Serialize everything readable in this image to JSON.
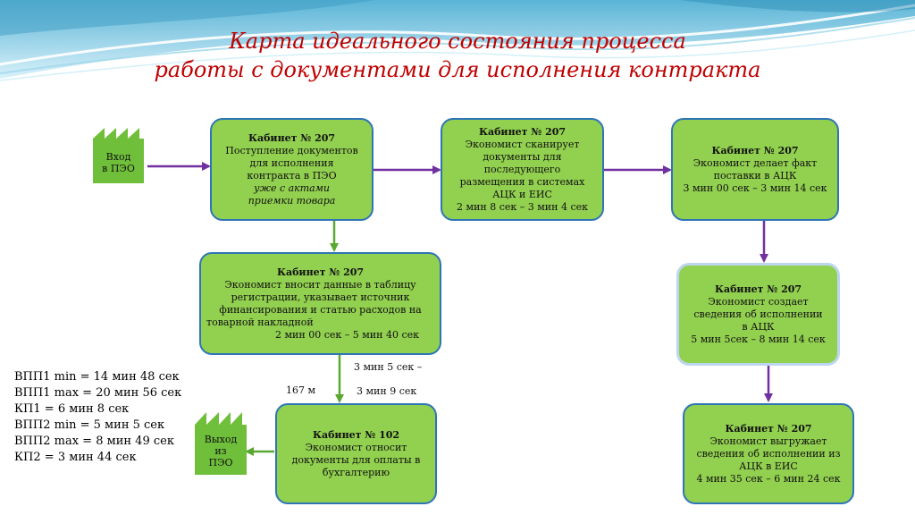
{
  "title": {
    "line1": "Карта идеального состояния процесса",
    "line2": "работы с документами для исполнения контракта"
  },
  "entry": {
    "line1": "Вход",
    "line2": "в ПЭО"
  },
  "exit": {
    "line1": "Выход",
    "line2": "из",
    "line3": "ПЭО"
  },
  "boxes": {
    "b1": {
      "header": "Кабинет № 207",
      "l1": "Поступление документов",
      "l2": "для исполнения",
      "l3": "контракта в ПЭО",
      "l4": "уже с актами",
      "l5": "приемки товара"
    },
    "b2": {
      "header": "Кабинет № 207",
      "l1": "Экономист сканирует",
      "l2": "документы для",
      "l3": "последующего",
      "l4": "размещения в системах",
      "l5": "АЦК и ЕИС",
      "l6": "2 мин 8 сек – 3 мин 4 сек"
    },
    "b3": {
      "header": "Кабинет № 207",
      "l1": "Экономист делает факт",
      "l2": "поставки в АЦК",
      "l3": "3 мин 00 сек – 3 мин 14 сек"
    },
    "b4": {
      "header": "Кабинет № 207",
      "l1": "Экономист вносит данные  в таблицу",
      "l2": "регистрации, указывает источник",
      "l3": "финансирования и статью расходов на",
      "l4": "товарной накладной",
      "l5": "2 мин 00 сек – 5 мин 40 сек"
    },
    "b5": {
      "header": "Кабинет № 207",
      "l1": "Экономист создает",
      "l2": "сведения об исполнении",
      "l3": "в АЦК",
      "l4": "5 мин 5сек – 8 мин 14 сек"
    },
    "b6": {
      "header": "Кабинет № 102",
      "l1": "Экономист относит",
      "l2": "документы для оплаты в",
      "l3": "бухгалтерию"
    },
    "b7": {
      "header": "Кабинет № 207",
      "l1": "Экономист выгружает",
      "l2": "сведения об исполнении  из",
      "l3": "АЦК в ЕИС",
      "l4": "4 мин 35 сек – 6 мин 24 сек"
    }
  },
  "notes": {
    "distance": "167 м",
    "time_a": "3 мин 5 сек –",
    "time_b": "3 мин 9 сек"
  },
  "stats": [
    "ВПП1 min = 14 мин 48 сек",
    "ВПП1 max = 20 мин 56 сек",
    "КП1 = 6 мин 8 сек",
    "ВПП2 min = 5 мин 5 сек",
    "ВПП2 max = 8 мин 49 сек",
    "КП2 = 3 мин 44 сек"
  ],
  "colors": {
    "box_fill": "#92d050",
    "box_border": "#2e75b6",
    "arrow_purple": "#7030a0",
    "arrow_green": "#5aa832",
    "title": "#c00000"
  }
}
